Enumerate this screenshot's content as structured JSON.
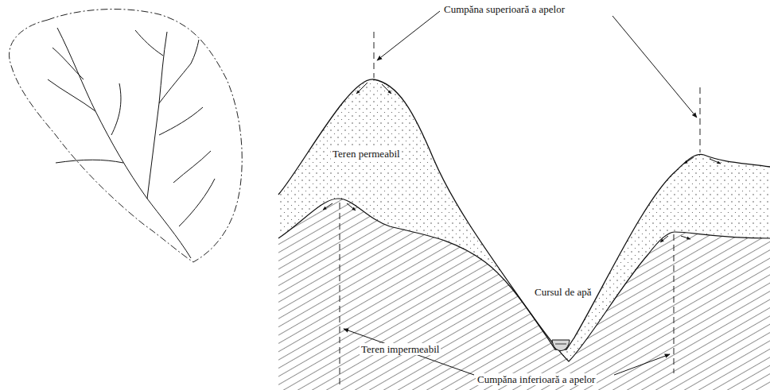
{
  "diagram": {
    "labels": [
      "Cumpăna superioară a apelor",
      "Teren permeabil",
      "Cursul de apă",
      "Teren impermeabil",
      "Cumpăna inferioară a apelor"
    ]
  }
}
